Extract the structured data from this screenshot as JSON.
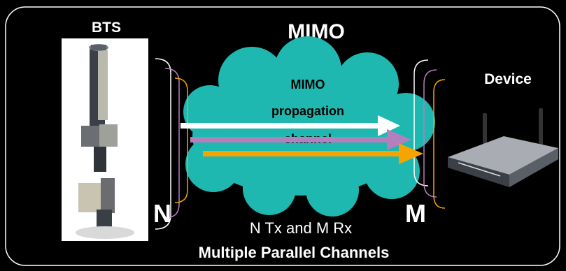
{
  "title": "MIMO",
  "bts_label": "BTS",
  "device_label": "Device",
  "channel_label": {
    "line1": "MIMO",
    "line2": "propagation",
    "line3": "channel"
  },
  "tx_count_label": "N",
  "rx_count_label": "M",
  "subtitle": "N Tx and M Rx",
  "caption": "Multiple Parallel Channels",
  "colors": {
    "background": "#000000",
    "cloud": "#1fb8b0",
    "arrow_white": "#ffffff",
    "arrow_purple": "#b47fbd",
    "arrow_orange": "#f5a400",
    "bracket_white": "#ffffff",
    "bracket_purple": "#b47fbd",
    "bracket_orange": "#f5a400"
  }
}
